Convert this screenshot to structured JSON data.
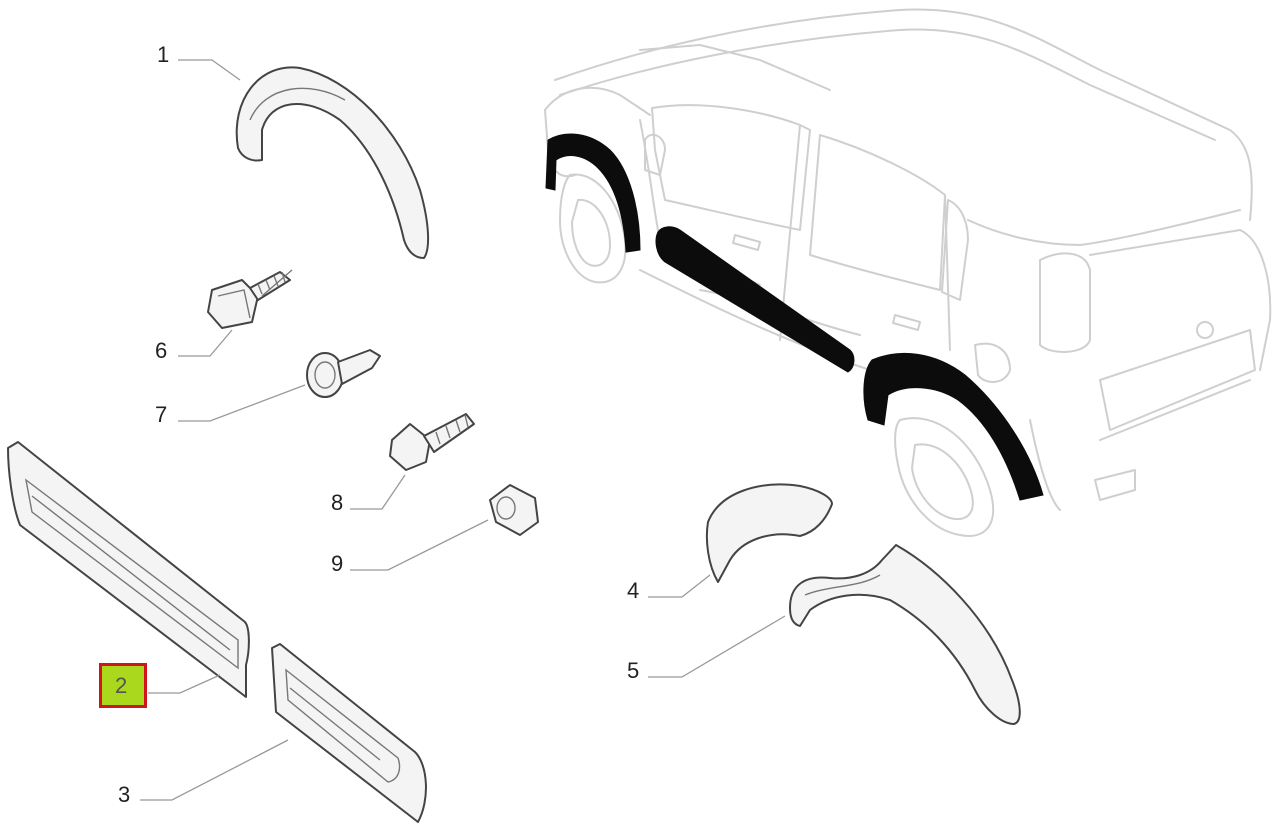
{
  "callouts": [
    {
      "number": "1",
      "part": "front-wheel-arch-trim"
    },
    {
      "number": "2",
      "part": "front-door-side-molding",
      "selected": true
    },
    {
      "number": "3",
      "part": "rear-door-side-molding"
    },
    {
      "number": "4",
      "part": "front-wheel-arch-extension"
    },
    {
      "number": "5",
      "part": "rear-wheel-arch-trim"
    },
    {
      "number": "6",
      "part": "screw-with-cap"
    },
    {
      "number": "7",
      "part": "push-rivet"
    },
    {
      "number": "8",
      "part": "bolt"
    },
    {
      "number": "9",
      "part": "nut"
    }
  ],
  "colors": {
    "highlight_fill": "#a9d81c",
    "highlight_border": "#d0161b",
    "highlighted_part_fill": "#0c0c0c",
    "car_outline": "#cfcfcf"
  }
}
